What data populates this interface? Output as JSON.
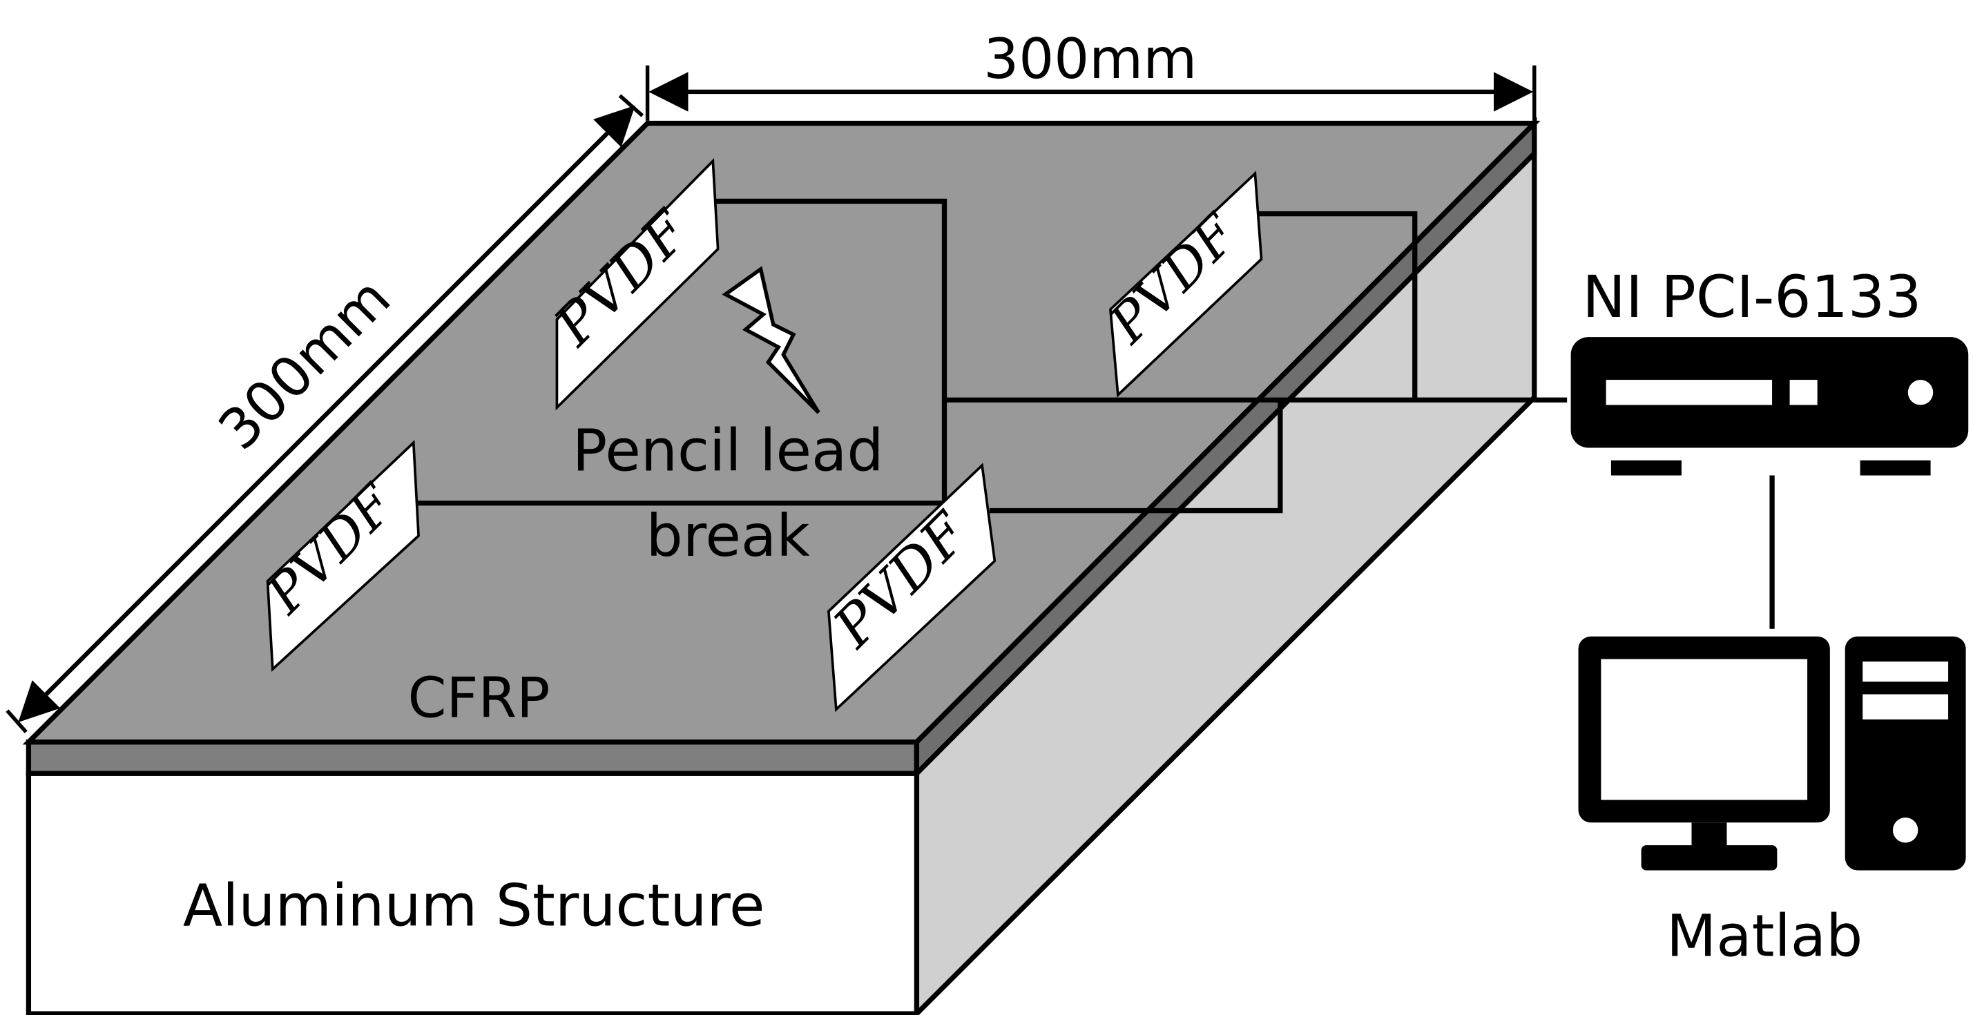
{
  "labels": {
    "width_dim": "300mm",
    "depth_dim": "300mm",
    "daq": "NI PCI-6133",
    "software": "Matlab",
    "excitation_line1": "Pencil lead",
    "excitation_line2": "break",
    "composite": "CFRP",
    "base": "Aluminum Structure"
  },
  "sensors": [
    {
      "label": "PVDF"
    },
    {
      "label": "PVDF"
    },
    {
      "label": "PVDF"
    },
    {
      "label": "PVDF"
    }
  ],
  "colors": {
    "plate_top": "#999999",
    "cfrp_edge": "#7f7f7f",
    "right_face": "#d0d0d0",
    "front_face": "#ffffff",
    "stroke": "#000000",
    "sensor_fill": "#ffffff"
  },
  "icons": [
    "lightning-icon",
    "daq-device-icon",
    "computer-monitor-icon",
    "computer-tower-icon"
  ]
}
